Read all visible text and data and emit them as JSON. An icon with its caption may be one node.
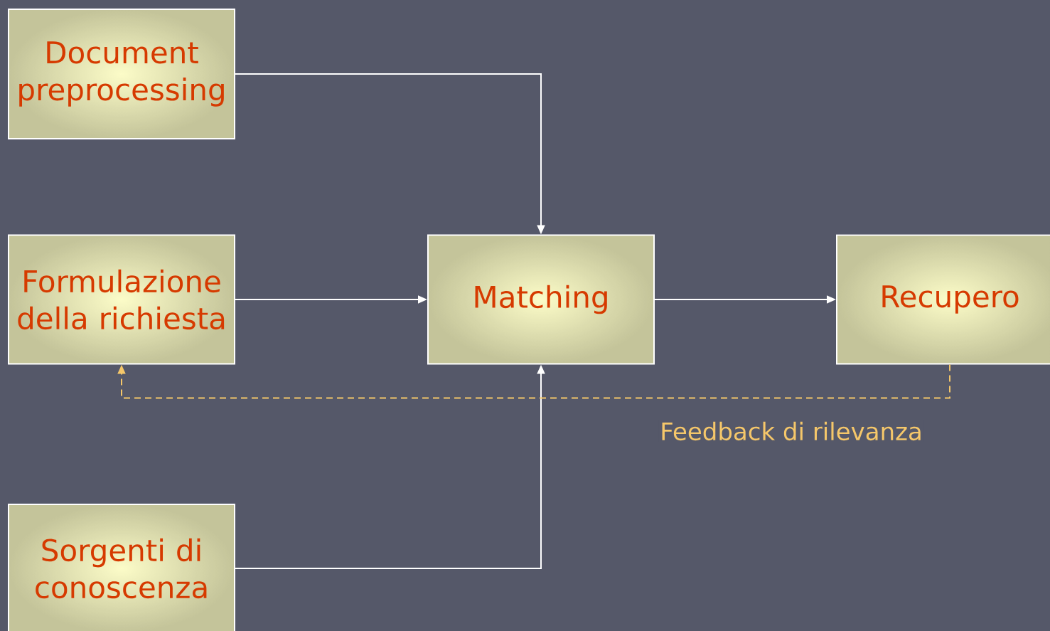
{
  "diagram": {
    "nodes": [
      {
        "text": [
          "Document preprocessing"
        ]
      },
      {
        "text": [
          "Formulazione della richiesta"
        ]
      },
      {
        "text": [
          "Matching"
        ]
      },
      {
        "text": [
          "Recupero"
        ]
      },
      {
        "text": [
          "Sorgenti di conoscenza"
        ]
      }
    ],
    "edges": [
      {
        "from": 0,
        "to": 2,
        "arrow": "to"
      },
      {
        "from": 1,
        "to": 2,
        "arrow": "to"
      },
      {
        "from": 2,
        "to": 3,
        "arrow": "to"
      },
      {
        "from": 4,
        "to": 2,
        "arrow": "to"
      },
      {
        "from": 3,
        "to": 1,
        "arrow": "to",
        "style": "dashed",
        "color": "#f5c76a",
        "label": "Feedback di rilevanza"
      }
    ]
  }
}
